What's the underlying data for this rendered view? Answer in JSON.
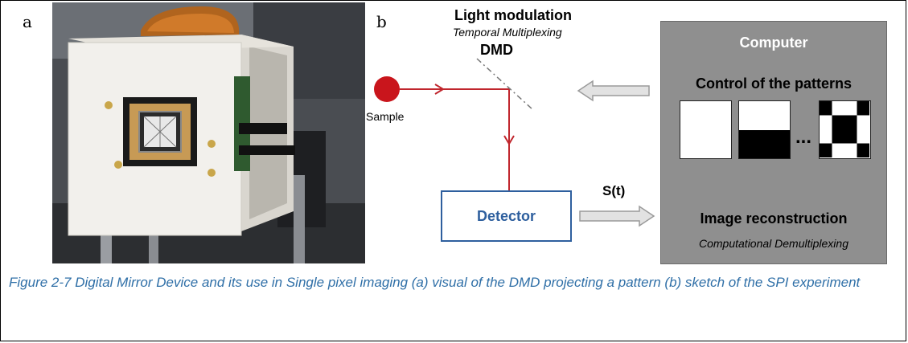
{
  "panels": {
    "a": "a",
    "b": "b"
  },
  "diagram": {
    "modulation_title": "Light modulation",
    "modulation_subtitle": "Temporal Multiplexing",
    "dmd_label": "DMD",
    "sample_label": "Sample",
    "signal_label": "S(t)",
    "detector_label": "Detector",
    "computer": {
      "title": "Computer",
      "patterns_title": "Control of the patterns",
      "ellipsis": "...",
      "reconstruction_title": "Image reconstruction",
      "reconstruction_subtitle": "Computational Demultiplexing"
    }
  },
  "caption": "Figure 2-7 Digital Mirror Device and its use in Single pixel imaging (a) visual of the DMD projecting a pattern (b) sketch of the SPI experiment",
  "colors": {
    "beam": "#c0262d",
    "detector_border": "#2e5f9e",
    "computer_bg": "#8f8f8f",
    "caption": "#2f6fa7"
  }
}
